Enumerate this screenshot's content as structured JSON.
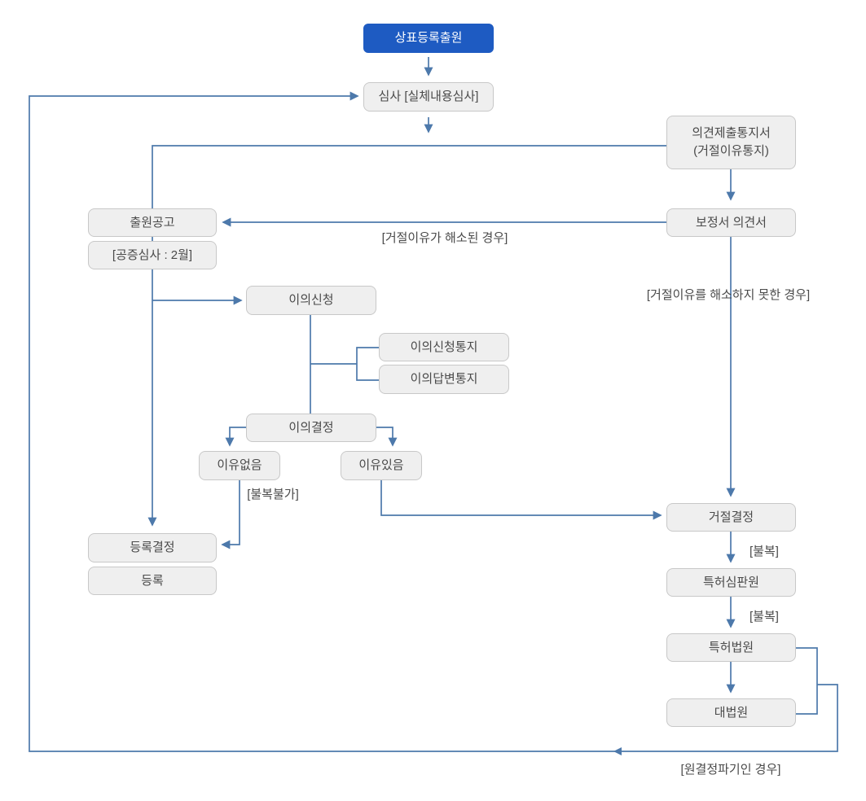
{
  "colors": {
    "accent_blue": "#1e5bc2",
    "connector": "#4d79ab",
    "node_fill": "#efefef",
    "node_border": "#c8c8c8",
    "node_text": "#4a4a4a",
    "label_text": "#4a4a4a"
  },
  "nodes": {
    "start": {
      "label": "상표등록출원"
    },
    "exam": {
      "label": "심사 [실체내용심사]"
    },
    "opinion_notice": {
      "line1": "의견제출통지서",
      "line2": "(거절이유통지)"
    },
    "publication": {
      "label": "출원공고"
    },
    "public_exam": {
      "label": "[공증심사 : 2월]"
    },
    "amendment": {
      "label": "보정서 의견서"
    },
    "objection": {
      "label": "이의신청"
    },
    "objection_notice": {
      "label": "이의신청통지"
    },
    "objection_reply": {
      "label": "이의답변통지"
    },
    "objection_decision": {
      "label": "이의결정"
    },
    "no_grounds": {
      "label": "이유없음"
    },
    "grounds": {
      "label": "이유있음"
    },
    "registration_decision": {
      "label": "등록결정"
    },
    "registration": {
      "label": "등록"
    },
    "rejection_decision": {
      "label": "거절결정"
    },
    "patent_tribunal": {
      "label": "특허심판원"
    },
    "patent_court": {
      "label": "특허법원"
    },
    "supreme_court": {
      "label": "대법원"
    }
  },
  "edge_labels": {
    "reason_resolved": "[거절이유가 해소된 경우]",
    "reason_not_resolved": "[거절이유를 해소하지 못한 경우]",
    "no_appeal": "[불복불가]",
    "appeal1": "[불복]",
    "appeal2": "[불복]",
    "original_decision_reversed": "[원결정파기인 경우]"
  }
}
